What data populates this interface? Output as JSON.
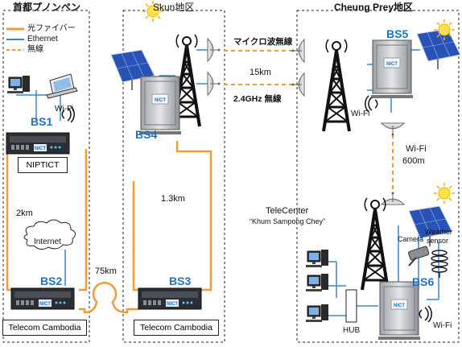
{
  "regions": {
    "phnom_penh": "首都プノンペン",
    "skun": "Skun地区",
    "cheung_prey": "Cheung Prey地区"
  },
  "legend": {
    "fiber": "光ファイバー",
    "ethernet": "Ethernet",
    "wireless": "無線"
  },
  "stations": {
    "bs1": "BS1",
    "bs2": "BS2",
    "bs3": "BS3",
    "bs4": "BS4",
    "bs5": "BS5",
    "bs6": "BS6"
  },
  "boxes": {
    "nipptict": "NIPTICT",
    "telecom_left": "Telecom Cambodia",
    "telecom_mid": "Telecom Cambodia"
  },
  "labels": {
    "wifi_bs1": "Wi-Fi",
    "internet": "Internet",
    "dist_2km": "2km",
    "dist_75km": "75km",
    "dist_13km": "1.3km",
    "microwave": "マイクロ波無線",
    "dist_15km": "15km",
    "link_24ghz": "2.4GHz 無線",
    "wifi_bs5": "Wi-Fi",
    "wifi_link": "Wi-Fi",
    "dist_600m": "600m",
    "telecenter_title": "TeleCenter",
    "telecenter_sub": "“Khum Sampong Chey”",
    "camera": "Camera",
    "weather_1": "Weather",
    "weather_2": "sensor",
    "hub": "HUB",
    "wifi_bs6": "Wi-Fi",
    "device_logo": "NICT"
  },
  "colors": {
    "fiber": "#f39a3a",
    "ethernet": "#3a86d0",
    "accent": "#1a73c9"
  }
}
